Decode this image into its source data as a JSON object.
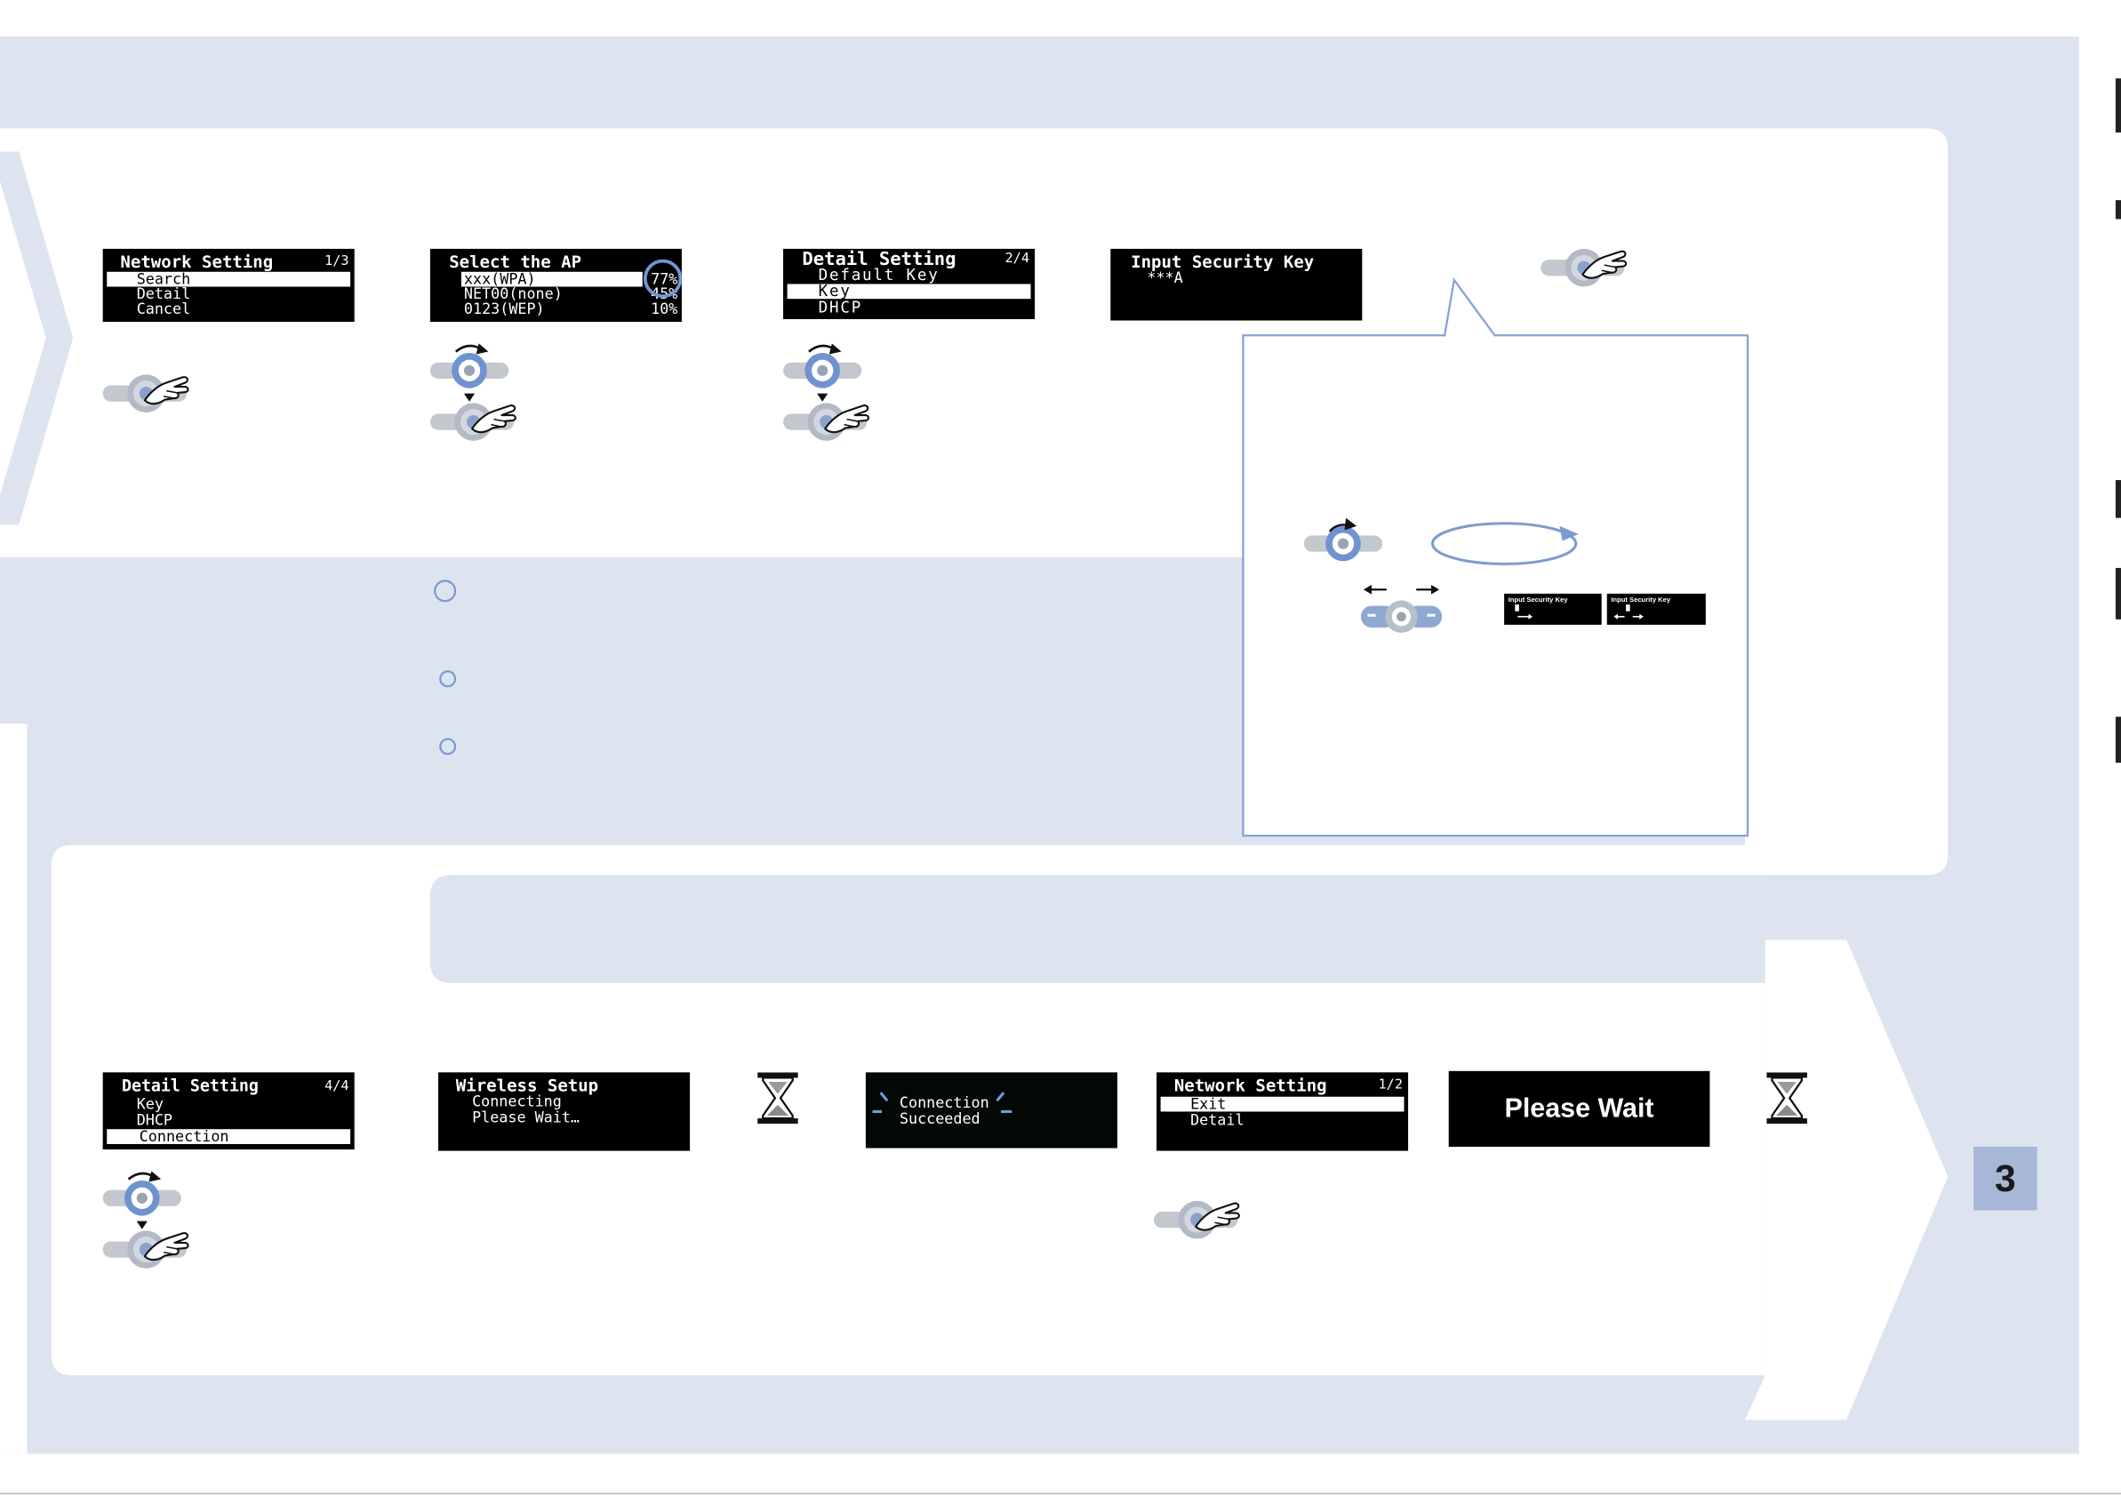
{
  "row1": {
    "network_setting_screen": {
      "title": "Network Setting",
      "page": "1/3",
      "items": [
        "Search",
        "Detail",
        "Cancel"
      ],
      "selected_index": 0,
      "controls": [
        "press-knob-icon"
      ]
    },
    "select_ap_screen": {
      "title": "Select the AP",
      "items": [
        {
          "name": "xxx(WPA)",
          "signal": "77%"
        },
        {
          "name": "NET00(none)",
          "signal": "45%"
        },
        {
          "name": "0123(WEP)",
          "signal": "10%"
        }
      ],
      "selected_index": 0,
      "controls": [
        "rotate-knob-icon",
        "press-knob-icon"
      ]
    },
    "detail_setting_screen": {
      "title": "Detail Setting",
      "page": "2/4",
      "items": [
        "Default Key",
        "Key",
        "DHCP"
      ],
      "selected_index": 1,
      "controls": [
        "rotate-knob-icon",
        "press-knob-icon"
      ]
    },
    "security_key_screen": {
      "title": "Input Security Key",
      "value": "***A",
      "controls": [
        "press-knob-icon"
      ]
    }
  },
  "callout": {
    "mini_screens": [
      {
        "title": "Input Security Key"
      },
      {
        "title": "Input Security Key"
      }
    ],
    "controls": [
      "rotate-knob-icon",
      "rotation-arrow-icon",
      "left-right-knob-icon"
    ]
  },
  "row2": {
    "detail_setting_screen": {
      "title": "Detail Setting",
      "page": "4/4",
      "items": [
        "Key",
        "DHCP",
        "Connection"
      ],
      "selected_index": 2,
      "controls": [
        "rotate-knob-icon",
        "press-knob-icon"
      ]
    },
    "wireless_setup_screen": {
      "title": "Wireless Setup",
      "lines": [
        "Connecting",
        "Please Wait…"
      ]
    },
    "connection_screen": {
      "lines": [
        "Connection",
        "Succeeded"
      ]
    },
    "network_setting_screen": {
      "title": "Network Setting",
      "page": "1/2",
      "items": [
        "Exit",
        "Detail"
      ],
      "selected_index": 0,
      "controls": [
        "press-knob-icon"
      ]
    },
    "please_wait_screen": {
      "text": "Please Wait"
    },
    "wait_icons": [
      "hourglass-icon",
      "hourglass-icon"
    ]
  },
  "page_number": "3",
  "colors": {
    "background_tint": "#dde4f0",
    "accent_blue": "#7c9bd1",
    "badge": "#a7b8d6",
    "lcd_background": "#000000",
    "lcd_text": "#ffffff"
  }
}
